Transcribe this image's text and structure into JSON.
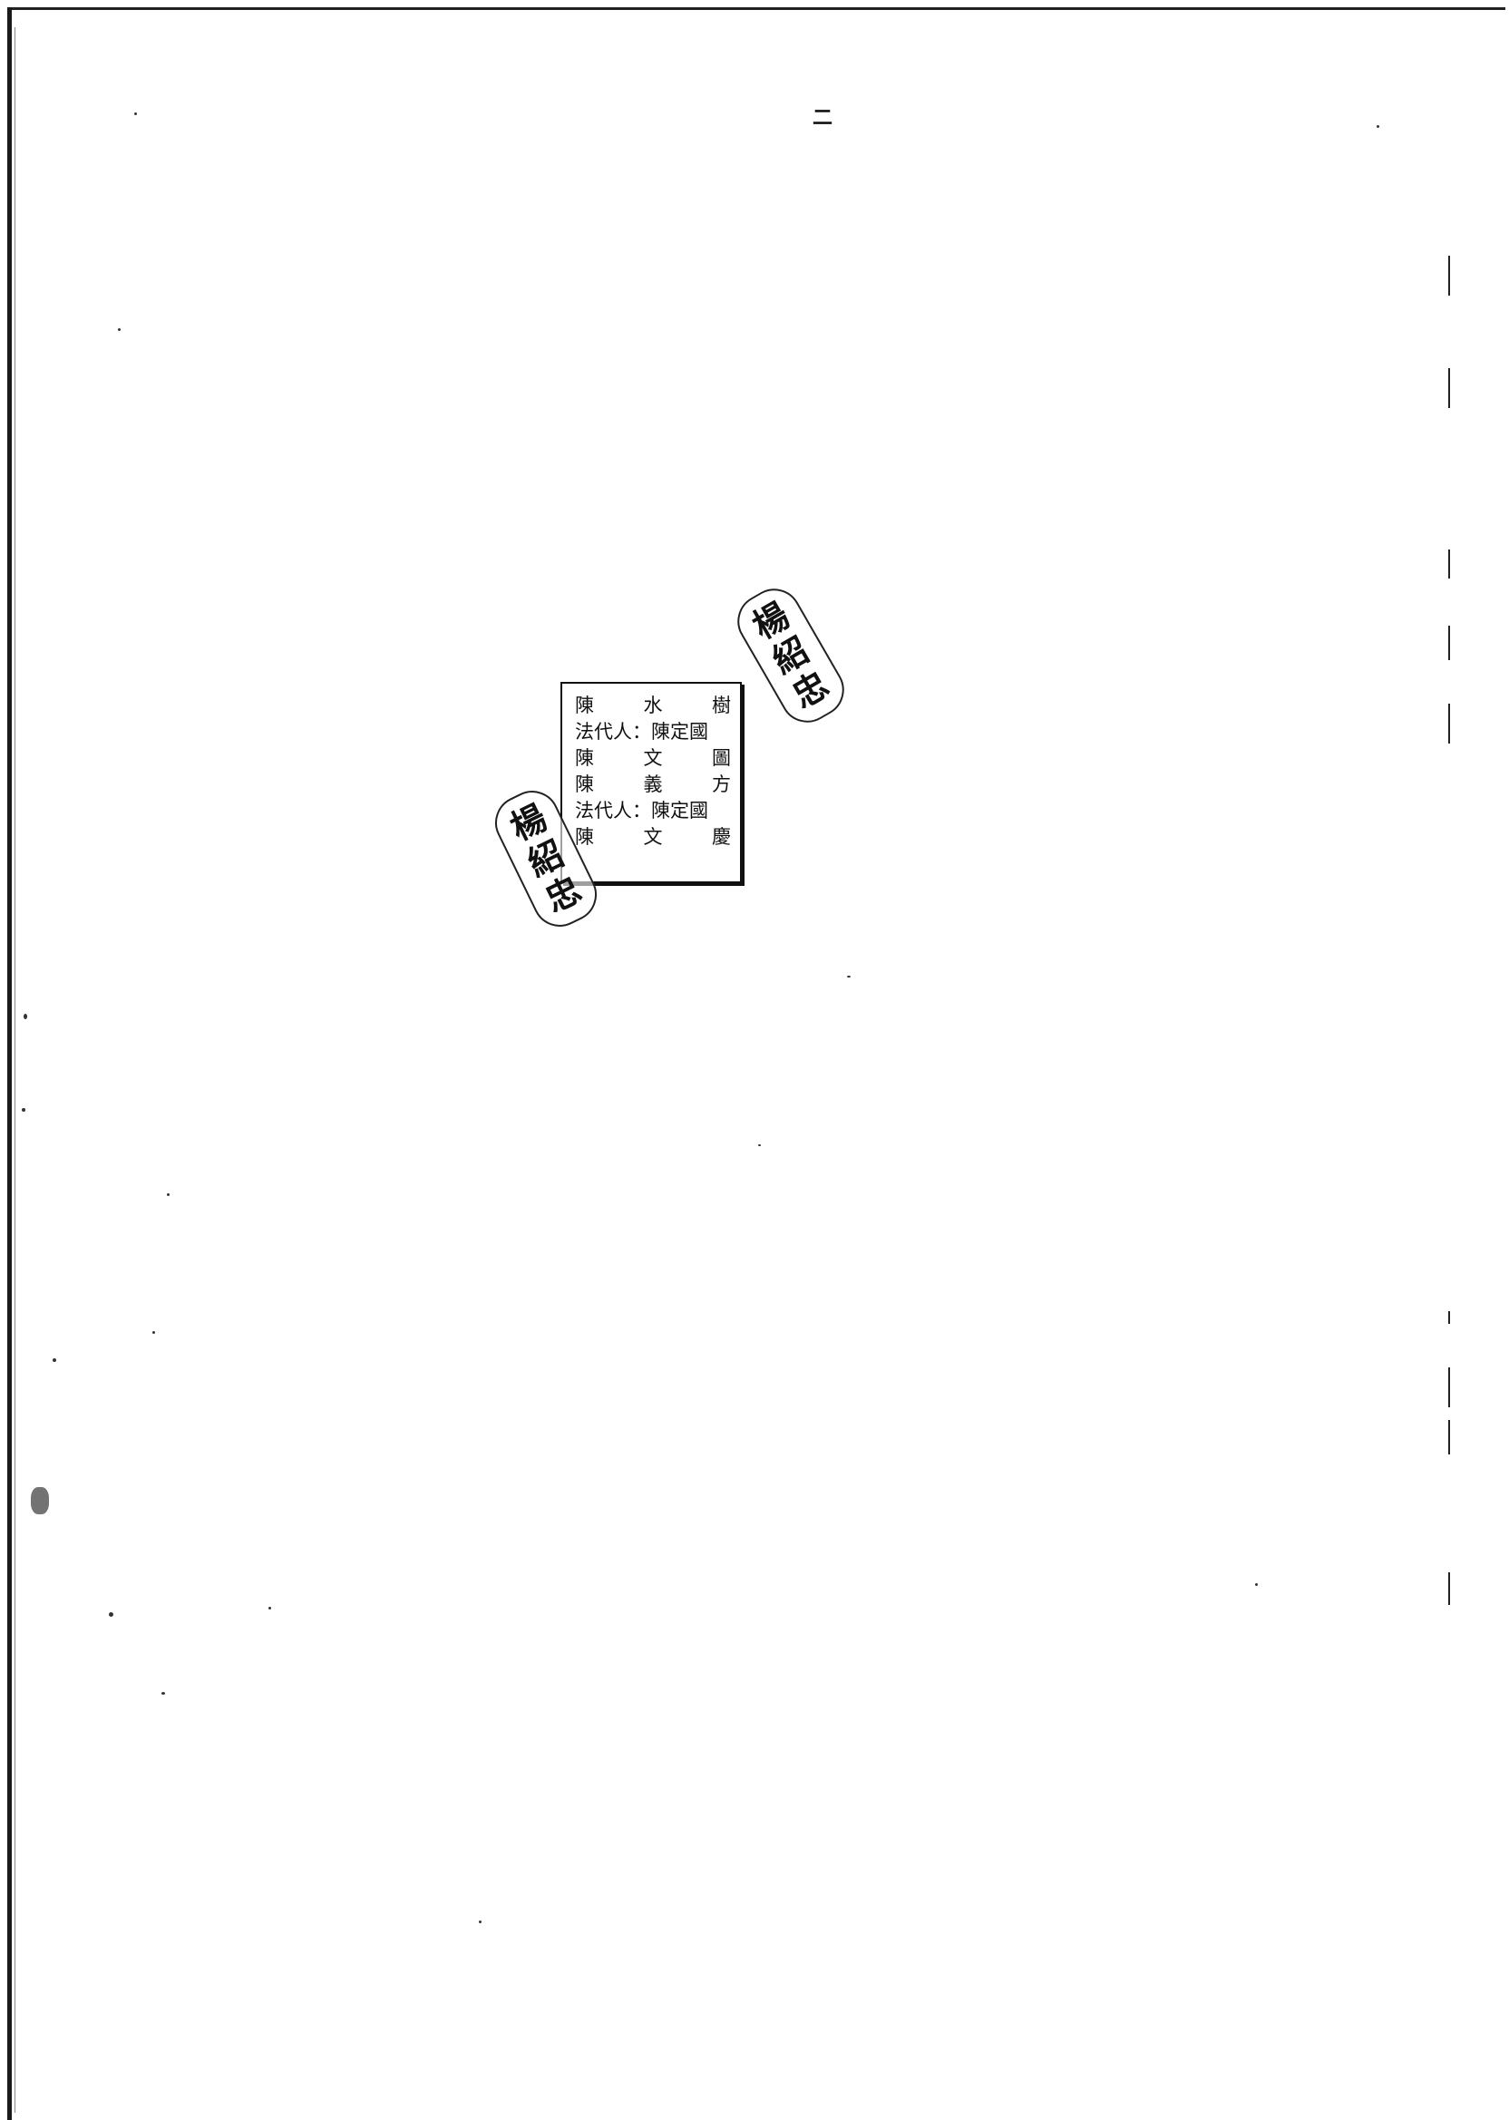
{
  "page": {
    "page_number": "二"
  },
  "name_block": {
    "rows": [
      {
        "cells": [
          "陳",
          "水",
          "樹"
        ]
      },
      {
        "cells": [
          "法代人：陳定國"
        ]
      },
      {
        "cells": [
          "陳",
          "文",
          "圖"
        ]
      },
      {
        "cells": [
          "陳",
          "義",
          "方"
        ]
      },
      {
        "cells": [
          "法代人：陳定國"
        ]
      },
      {
        "cells": [
          "陳",
          "文",
          "慶"
        ]
      }
    ]
  },
  "seals": {
    "top_right": {
      "chars": [
        "楊",
        "紹",
        "忠"
      ]
    },
    "bottom_left": {
      "chars": [
        "楊",
        "紹",
        "忠"
      ]
    }
  }
}
